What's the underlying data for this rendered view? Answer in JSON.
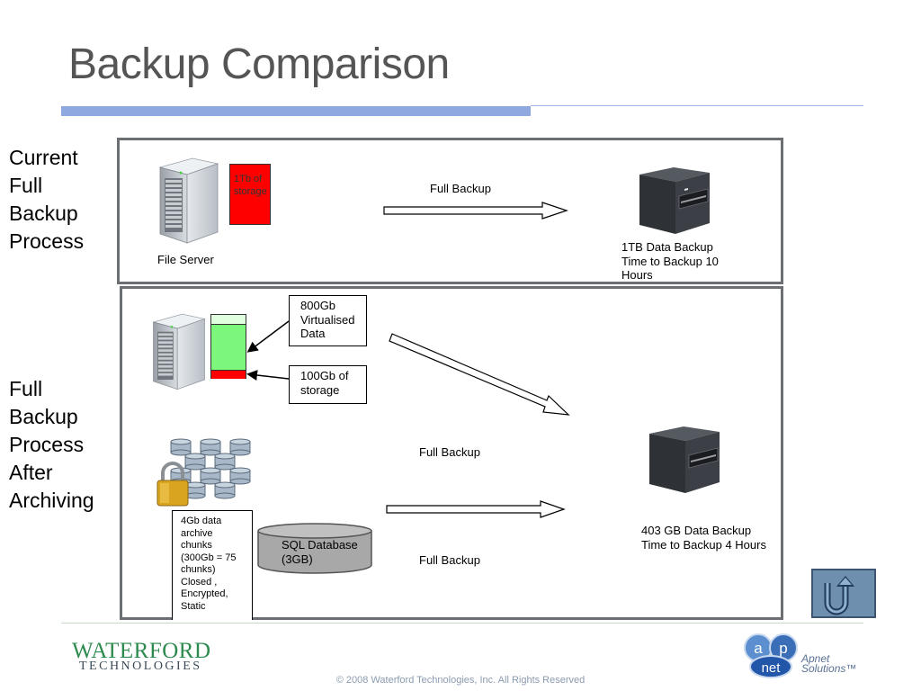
{
  "slide": {
    "title": "Backup Comparison",
    "copyright": "© 2008 Waterford Technologies, Inc. All Rights Reserved"
  },
  "side_labels": {
    "current": [
      "Current",
      "Full",
      "Backup",
      "Process"
    ],
    "after": [
      "Full",
      "Backup",
      "Process",
      "After",
      "Archiving"
    ]
  },
  "top_panel": {
    "storage_label": "1Tb of storage",
    "storage_color": "#ff0000",
    "server_label": "File Server",
    "arrow_label": "Full Backup",
    "backup_label": [
      "1TB Data Backup",
      "Time to Backup 10",
      "Hours"
    ]
  },
  "bottom_panel": {
    "virtualised_label": [
      "800Gb",
      "Virtualised",
      "Data"
    ],
    "storage_label": [
      "100Gb of",
      "storage"
    ],
    "virtualised_color": "#7cf77c",
    "storage_color": "#ff0000",
    "arrow1_label": "Full Backup",
    "arrow2_label": "Full Backup",
    "archive_label": [
      "4Gb data",
      "archive",
      "chunks",
      "(300Gb = 75",
      "chunks)",
      "Closed ,",
      "Encrypted,",
      "Static"
    ],
    "sql_label": [
      "SQL Database",
      "(3GB)"
    ],
    "backup_label": [
      "403 GB Data Backup",
      "Time to Backup 4 Hours"
    ]
  },
  "logos": {
    "waterford_main": "WATERFORD",
    "waterford_sub": "TECHNOLOGIES",
    "apnet_letters": [
      "a",
      "p",
      "net"
    ],
    "apnet_text": [
      "Apnet",
      "Solutions™"
    ]
  },
  "icons": {
    "server": "file-server-icon",
    "tape": "tape-drive-icon",
    "archive": "locked-archive-icon",
    "database": "database-cylinder-icon",
    "return": "return-arrow-icon"
  },
  "colors": {
    "title": "#555555",
    "accent_bar": "#8fa9e0",
    "panel_border": "#6b6f74",
    "archive_chunk": "#a9b8c8"
  }
}
